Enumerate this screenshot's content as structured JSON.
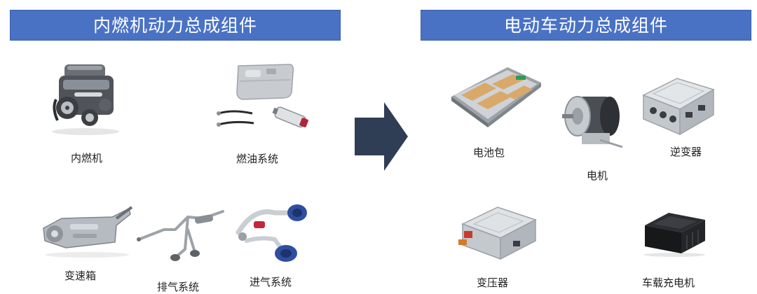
{
  "left_panel": {
    "title": "内燃机动力总成组件",
    "items": [
      {
        "label": "内燃机",
        "icon": "engine-icon"
      },
      {
        "label": "燃油系统",
        "icon": "fuel-system-icon"
      },
      {
        "label": "变速箱",
        "icon": "gearbox-icon"
      },
      {
        "label": "排气系统",
        "icon": "exhaust-icon"
      },
      {
        "label": "进气系统",
        "icon": "intake-icon"
      }
    ]
  },
  "right_panel": {
    "title": "电动车动力总成组件",
    "items": [
      {
        "label": "电池包",
        "icon": "battery-pack-icon"
      },
      {
        "label": "电机",
        "icon": "motor-icon"
      },
      {
        "label": "逆变器",
        "icon": "inverter-icon"
      },
      {
        "label": "变压器",
        "icon": "transformer-icon"
      },
      {
        "label": "车载充电机",
        "icon": "onboard-charger-icon"
      }
    ]
  },
  "colors": {
    "banner": "#4a72c4",
    "arrow": "#2f3e55"
  },
  "arrow_icon": "right-arrow-icon"
}
